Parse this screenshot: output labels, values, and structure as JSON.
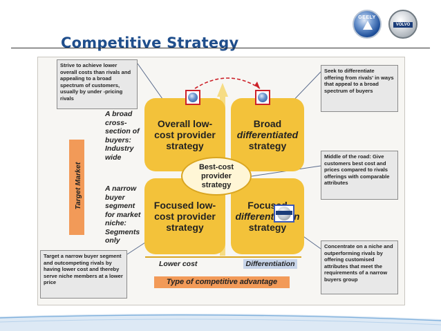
{
  "slide": {
    "title": "Competitive Strategy",
    "logos": {
      "left": "GEELY",
      "right": "VOLVO"
    }
  },
  "diagram": {
    "quadrants": {
      "top_left": [
        "Overall low-",
        "cost provider",
        "strategy"
      ],
      "top_right": [
        "Broad",
        "differentiated",
        "strategy"
      ],
      "bottom_left": [
        "Focused low-",
        "cost provider",
        "strategy"
      ],
      "bottom_right": [
        "Focused",
        "differentiation",
        "strategy"
      ]
    },
    "center": [
      "Best-cost",
      "provider",
      "strategy"
    ],
    "side_labels": {
      "broad": [
        "A broad",
        "cross-",
        "section of",
        "buyers:",
        "Industry",
        "wide"
      ],
      "narrow": [
        "A narrow",
        "buyer",
        "segment",
        "for market",
        "niche:",
        "Segments",
        "only"
      ]
    },
    "axis": {
      "vertical": "Target Market",
      "lower_cost": "Lower cost",
      "differentiation": "Differentiation",
      "horizontal": "Type of competitive advantage"
    },
    "notes": {
      "top_left": "Strive to achieve lower overall costs than rivals and appealing to a broad spectrum of customers, usually by under -pricing rivals",
      "top_right": "Seek to differentiate offering from rivals' in ways that appeal to a broad spectrum of buyers",
      "middle_right": "Middle of the road: Give customers best cost and prices compared to rivals offerings with comparable attributes",
      "bottom_right": "Concentrate on a niche and outperforming rivals by offering customised attributes that meet the requirements of a narrow buyers group",
      "bottom_left": "Target a narrow buyer segment and outcompeting rivals by having lower cost and thereby serve niche members at a lower price"
    },
    "colors": {
      "quadrant": "#f3c23a",
      "accent_orange": "#f29a58",
      "title_blue": "#1f4e8c",
      "arrow_red": "#cc2028"
    }
  }
}
